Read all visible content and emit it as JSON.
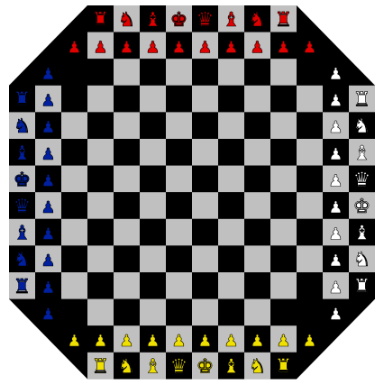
{
  "board": {
    "shape": "octagon",
    "size": 14,
    "cut_corners": 3,
    "light_square_color": "#c0c0c0",
    "dark_square_color": "#000000",
    "background_color": "#ffffff",
    "frame_color": "#000000"
  },
  "players": [
    {
      "name": "red",
      "side": "top",
      "color": "#e00000",
      "back_rank": [
        "rook",
        "knight",
        "bishop",
        "king",
        "queen",
        "bishop",
        "knight",
        "rook"
      ],
      "pawn_count": 10
    },
    {
      "name": "blue",
      "side": "left",
      "color": "#0020a0",
      "back_rank": [
        "rook",
        "knight",
        "bishop",
        "king",
        "queen",
        "bishop",
        "knight",
        "rook"
      ],
      "pawn_count": 10
    },
    {
      "name": "white",
      "side": "right",
      "color": "#ffffff",
      "back_rank": [
        "rook",
        "knight",
        "bishop",
        "queen",
        "king",
        "bishop",
        "knight",
        "rook"
      ],
      "pawn_count": 10
    },
    {
      "name": "yellow",
      "side": "bottom",
      "color": "#f0e000",
      "back_rank": [
        "rook",
        "knight",
        "bishop",
        "queen",
        "king",
        "bishop",
        "knight",
        "rook"
      ],
      "pawn_count": 10
    }
  ],
  "glyphs": {
    "king": "♚",
    "queen": "♛",
    "rook": "♜",
    "bishop": "♝",
    "knight": "♞",
    "pawn": "♟"
  }
}
